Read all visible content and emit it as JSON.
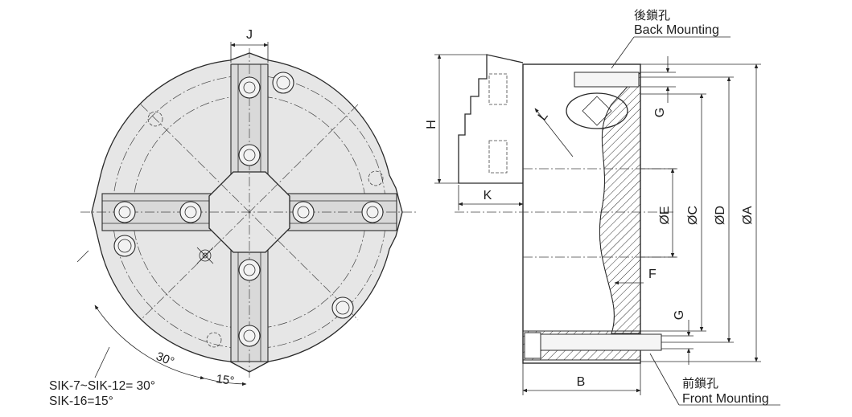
{
  "front_view": {
    "dim_j": "J",
    "angle_30": "30°",
    "angle_15": "15°",
    "note_line1": "SIK-7~SIK-12= 30°",
    "note_line2": "SIK-16=15°"
  },
  "side_view": {
    "dim_h": "H",
    "dim_k": "K",
    "dim_l": "L",
    "dim_b": "B",
    "dim_g_top": "G",
    "dim_g_bottom": "G",
    "dim_f": "F",
    "dia_e": "ØE",
    "dia_c": "ØC",
    "dia_d": "ØD",
    "dia_a": "ØA"
  },
  "callouts": {
    "back_zh": "後鎖孔",
    "back_en": "Back Mounting",
    "front_zh": "前鎖孔",
    "front_en": "Front Mounting"
  }
}
